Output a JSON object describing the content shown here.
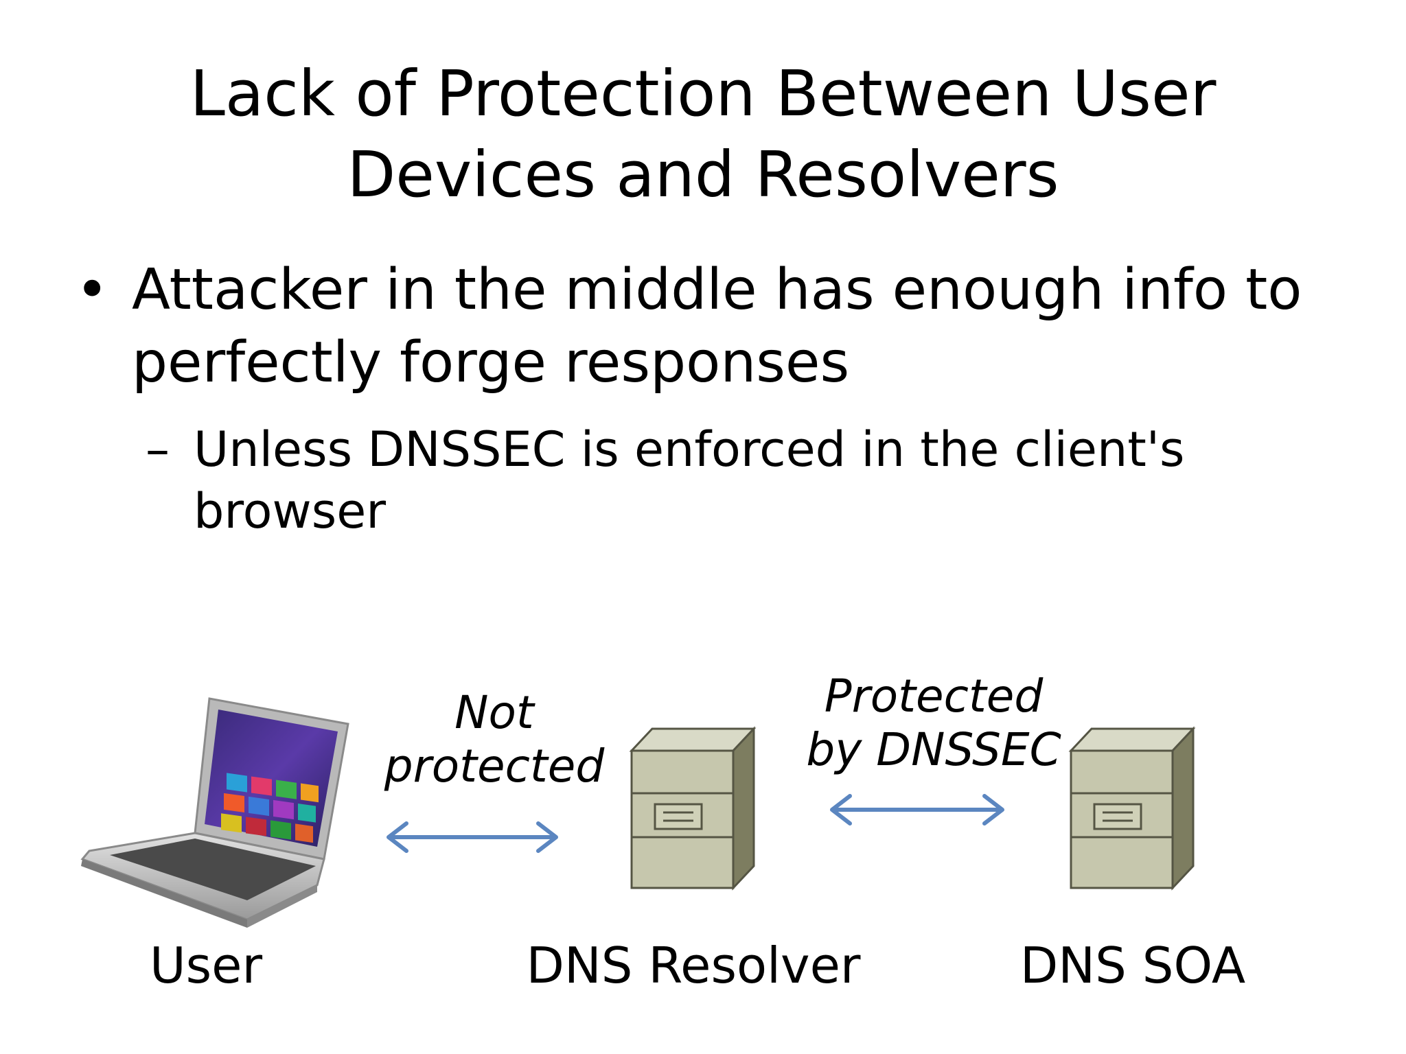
{
  "title": [
    "Lack of Protection Between User",
    "Devices and Resolvers"
  ],
  "bullet": {
    "symbol": "•",
    "lines": [
      "Attacker in the middle has enough info to",
      "perfectly forge responses"
    ]
  },
  "sub_bullet": {
    "symbol": "–",
    "lines": [
      "Unless DNSSEC is enforced in the client's",
      "browser"
    ]
  },
  "diagram": {
    "nodes": [
      {
        "id": "user",
        "label": "User",
        "icon": "laptop-icon"
      },
      {
        "id": "resolver",
        "label": "DNS Resolver",
        "icon": "server-icon"
      },
      {
        "id": "soa",
        "label": "DNS SOA",
        "icon": "server-icon"
      }
    ],
    "links": [
      {
        "from": "user",
        "to": "resolver",
        "label": [
          "Not",
          "protected"
        ],
        "direction": "both"
      },
      {
        "from": "resolver",
        "to": "soa",
        "label": [
          "Protected",
          "by DNSSEC"
        ],
        "direction": "both"
      }
    ],
    "colors": {
      "arrow": "#5b86c0",
      "server_front": "#c6c7ad",
      "server_side": "#7d7d60",
      "server_top": "#d9dac7",
      "server_stroke": "#555544"
    }
  }
}
